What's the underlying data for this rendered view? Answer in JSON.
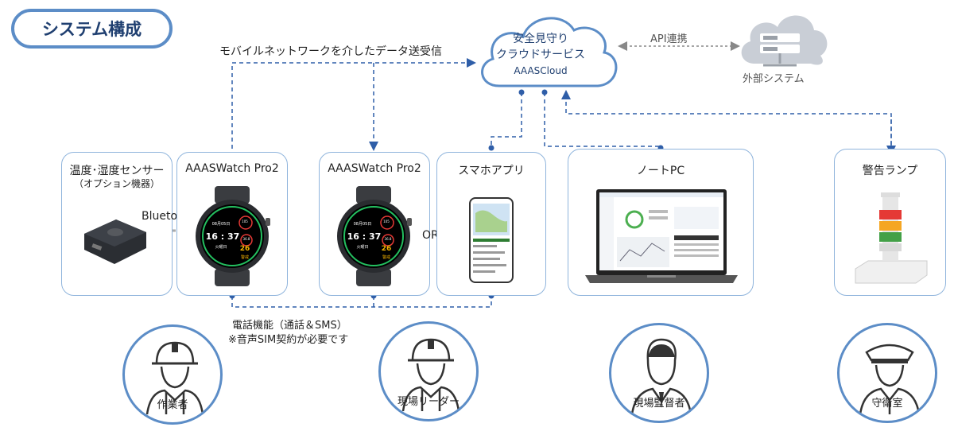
{
  "title": "システム構成",
  "network_label": "モバイルネットワークを介したデータ送受信",
  "cloud": {
    "line1": "安全見守り",
    "line2": "クラウドサービス",
    "line3": "AAASCloud"
  },
  "api_label": "API連携",
  "external_label": "外部システム",
  "sensor": {
    "title": "温度･湿度センサー",
    "subtitle": "（オプション機器）"
  },
  "bluetooth_label": "Bluetooth",
  "watch1_title": "AAASWatch Pro2",
  "watch2_title": "AAASWatch Pro2",
  "watch_face": {
    "date": "08月05日",
    "time": "16 : 37",
    "day": "火曜日",
    "num": "26",
    "warn": "警戒",
    "hr": "105",
    "temp": "36.8"
  },
  "or_label": "OR",
  "smartphone_title": "スマホアプリ",
  "laptop_title": "ノートPC",
  "lamp_title": "警告ランプ",
  "phone_note": {
    "line1": "電話機能（通話＆SMS）",
    "line2": "※音声SIM契約が必要です"
  },
  "persons": [
    {
      "label": "作業者"
    },
    {
      "label": "現場リーダー"
    },
    {
      "label": "現場監督者"
    },
    {
      "label": "守衛室"
    }
  ],
  "colors": {
    "accent": "#5c8dc7",
    "dash": "#2f5ea8",
    "box": "#8fb4dc",
    "dark_blue": "#1f3f70"
  }
}
